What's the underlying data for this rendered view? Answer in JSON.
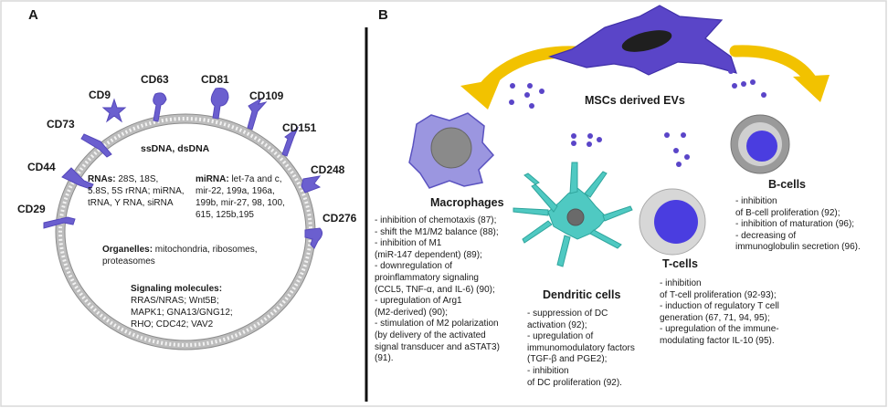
{
  "panel_a": {
    "letter": "A",
    "markers": [
      "CD9",
      "CD63",
      "CD81",
      "CD109",
      "CD151",
      "CD248",
      "CD276",
      "CD73",
      "CD44",
      "CD29"
    ],
    "dna": "ssDNA, dsDNA",
    "rnas": {
      "label": "RNAs:",
      "lines": [
        " 28S, 18S,",
        "5.8S, 5S rRNA; miRNA,",
        "tRNA, Y RNA, siRNA"
      ]
    },
    "mirna": {
      "label": "miRNA:",
      "lines": [
        " let-7a and c,",
        "mir-22, 199a, 196a,",
        "199b, mir-27, 98, 100,",
        "615, 125b,195"
      ]
    },
    "organelles": {
      "label": "Organelles:",
      "lines": [
        " mitochondria, ribosomes,",
        "proteasomes"
      ]
    },
    "signaling": {
      "label": "Signaling molecules:",
      "lines": [
        "RRAS/NRAS; Wnt5B;",
        "MAPK1; GNA13/GNG12;",
        "RHO; CDC42; VAV2"
      ]
    }
  },
  "panel_b": {
    "letter": "B",
    "source_label": "MSCs derived EVs",
    "macrophages": {
      "title": "Macrophages",
      "lines": [
        "- inhibition of chemotaxis (87);",
        "- shift the M1/M2 balance (88);",
        "- inhibition of M1",
        "(miR-147 dependent) (89);",
        "-  downregulation of",
        "proinflammatory signaling",
        " (CCL5, TNF-α, and IL-6) (90);",
        "- upregulation of Arg1",
        "(M2-derived) (90);",
        "-  stimulation of M2 polarization",
        "(by delivery of the activated",
        "signal transducer and aSTAT3)",
        "(91)."
      ]
    },
    "dendritic": {
      "title": "Dendritic cells",
      "lines": [
        "- suppression of DC",
        " activation (92);",
        "- upregulation of",
        "immunomodulatory factors",
        "(TGF-β and PGE2);",
        "-  inhibition",
        "of DC proliferation (92)."
      ]
    },
    "tcells": {
      "title": "T-cells",
      "lines": [
        "- inhibition",
        "of T-cell proliferation (92-93);",
        "- induction of regulatory T cell",
        "generation (67, 71, 94, 95);",
        "- upregulation of the  immune-",
        "modulating factor IL-10 (95)."
      ]
    },
    "bcells": {
      "title": "B-cells",
      "lines": [
        "- inhibition",
        "of B-cell proliferation (92);",
        "- inhibition of maturation (96);",
        "- decreasing of",
        "immunoglobulin secretion (96)."
      ]
    }
  },
  "colors": {
    "marker_blue": "#6b5fcf",
    "msc_purple": "#5a45c8",
    "arrow_yellow": "#f2c200",
    "macrophage_fill": "#9b96e0",
    "dendritic_teal": "#4fc9c2",
    "tcell_nucleus": "#4a3de0",
    "membrane_grey": "#b5b5b5"
  }
}
